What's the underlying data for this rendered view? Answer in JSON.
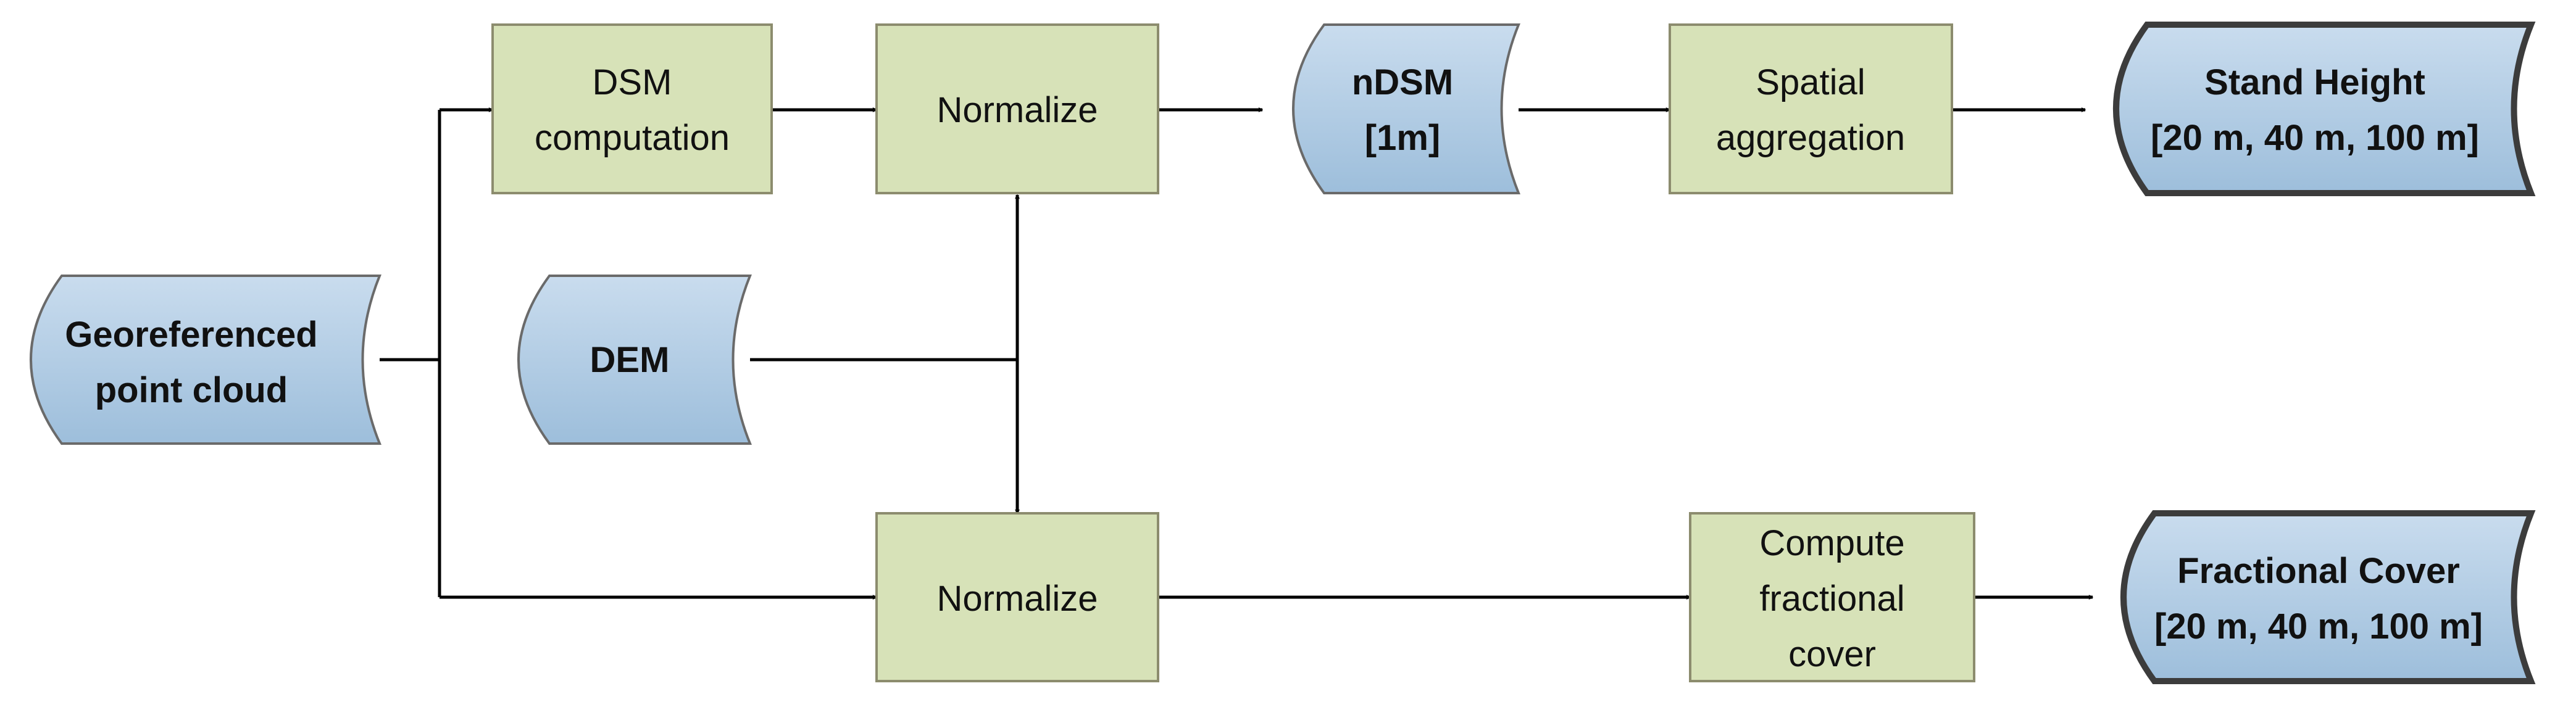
{
  "colors": {
    "process_fill": "#d7e2b8",
    "data_fill": "#b3cde4",
    "line": "#000000"
  },
  "nodes": {
    "georeferenced": {
      "line1": "Georeferenced",
      "line2": "point cloud"
    },
    "dsm_computation": {
      "line1": "DSM",
      "line2": "computation"
    },
    "normalize_top": {
      "line1": "Normalize"
    },
    "ndsm": {
      "line1": "nDSM",
      "line2": "[1m]"
    },
    "spatial_aggregation": {
      "line1": "Spatial",
      "line2": "aggregation"
    },
    "stand_height": {
      "line1": "Stand Height",
      "line2": "[20 m, 40 m, 100 m]"
    },
    "dem": {
      "line1": "DEM"
    },
    "normalize_bottom": {
      "line1": "Normalize"
    },
    "compute_fractional_cover": {
      "line1": "Compute",
      "line2": "fractional",
      "line3": "cover"
    },
    "fractional_cover": {
      "line1": "Fractional Cover",
      "line2": "[20 m, 40 m, 100 m]"
    }
  }
}
